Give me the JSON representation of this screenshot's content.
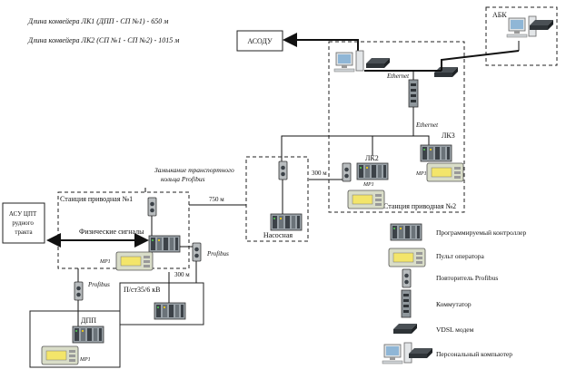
{
  "info": {
    "lk1_length": "Длина конвейера ЛК1 (ДПП - СП №1) - 650 м",
    "lk2_length": "Длина конвейера ЛК2 (СП №1 - СП №2) - 1015 м"
  },
  "nodes": {
    "asodu": "АСОДУ",
    "abk": "АБК",
    "ethernet_top": "Ethernet",
    "ethernet_mid": "Ethernet",
    "lk3": "ЛК3",
    "lk2": "ЛК2",
    "mp1_st2_right": "MP1",
    "mp1_st2_left": "MP1",
    "station2": "Станция приводная №2",
    "ring_closure": "Замыкание транспортного кольца Profibus",
    "dist_300_top": "300 м",
    "dist_750": "750 м",
    "dist_300_bottom": "300 м",
    "pump": "Насосная",
    "station1": "Станция приводная №1",
    "asu": "АСУ ЦПТ рудного тракта",
    "phys_signals": "Физические сигналы",
    "mp1_st1": "MP1",
    "profibus_right": "Profibus",
    "profibus_left": "Profibus",
    "substation": "П/ст35/6 кВ",
    "dpp": "ДПП",
    "mp1_dpp": "MP1"
  },
  "legend": {
    "plc": "Программируемый контроллер",
    "panel": "Пульт оператора",
    "repeater": "Повторитель Profibus",
    "switch": "Коммутатор",
    "vdsl": "VDSL модем",
    "pc": "Персональный компьютер"
  }
}
